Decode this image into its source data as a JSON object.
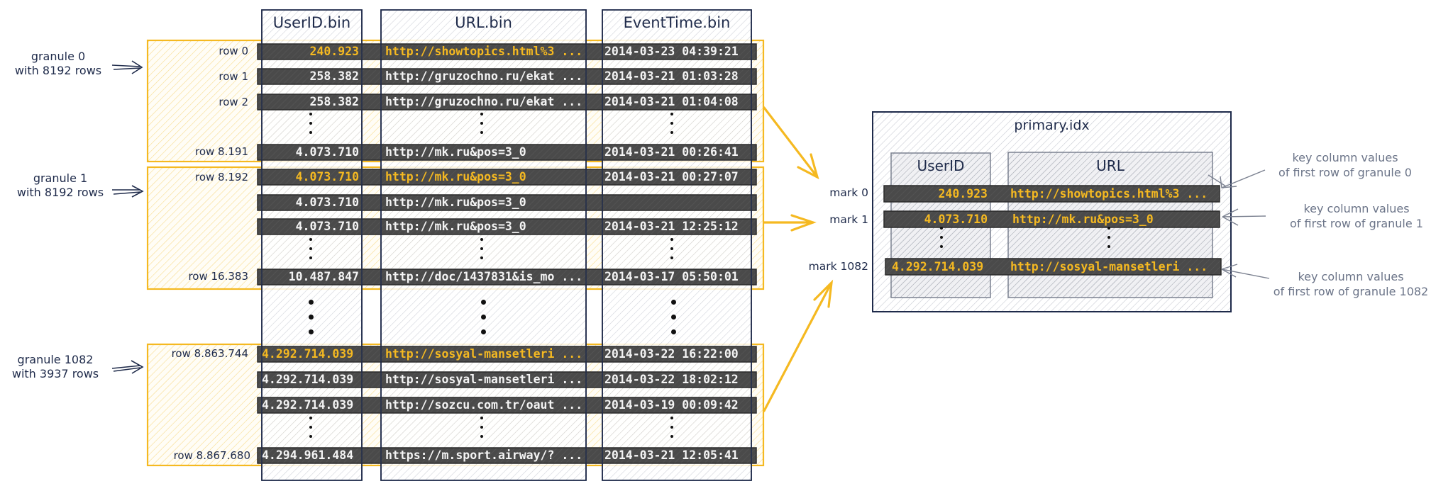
{
  "columns": {
    "userid": "UserID.bin",
    "url": "URL.bin",
    "eventtime": "EventTime.bin"
  },
  "granules": [
    {
      "label_line1": "granule 0",
      "label_line2": "with 8192 rows",
      "rows": [
        {
          "label": "row 0",
          "userid": "240.923",
          "url": "http://showtopics.html%3 ...",
          "eventtime": "2014-03-23 04:39:21",
          "is_key": true
        },
        {
          "label": "row 1",
          "userid": "258.382",
          "url": "http://gruzochno.ru/ekat ...",
          "eventtime": "2014-03-21 01:03:28",
          "is_key": false
        },
        {
          "label": "row 2",
          "userid": "258.382",
          "url": "http://gruzochno.ru/ekat ...",
          "eventtime": "2014-03-21 01:04:08",
          "is_key": false
        },
        {
          "label": "row 8.191",
          "userid": "4.073.710",
          "url": "http://mk.ru&pos=3_0",
          "eventtime": "2014-03-21 00:26:41",
          "is_key": false
        }
      ]
    },
    {
      "label_line1": "granule 1",
      "label_line2": "with 8192 rows",
      "rows": [
        {
          "label": "row 8.192",
          "userid": "4.073.710",
          "url": "http://mk.ru&pos=3_0",
          "eventtime": "2014-03-21 00:27:07",
          "is_key": true
        },
        {
          "label": "",
          "userid": "4.073.710",
          "url": "http://mk.ru&pos=3_0",
          "eventtime": "",
          "is_key": false
        },
        {
          "label": "",
          "userid": "4.073.710",
          "url": "http://mk.ru&pos=3_0",
          "eventtime": "2014-03-21 12:25:12",
          "is_key": false
        },
        {
          "label": "row 16.383",
          "userid": "10.487.847",
          "url": "http://doc/1437831&is_mo ...",
          "eventtime": "2014-03-17 05:50:01",
          "is_key": false
        }
      ]
    },
    {
      "label_line1": "granule 1082",
      "label_line2": "with 3937 rows",
      "rows": [
        {
          "label": "row 8.863.744",
          "userid": "4.292.714.039",
          "url": "http://sosyal-mansetleri ...",
          "eventtime": "2014-03-22 16:22:00",
          "is_key": true
        },
        {
          "label": "",
          "userid": "4.292.714.039",
          "url": "http://sosyal-mansetleri ...",
          "eventtime": "2014-03-22 18:02:12",
          "is_key": false
        },
        {
          "label": "",
          "userid": "4.292.714.039",
          "url": "http://sozcu.com.tr/oaut ...",
          "eventtime": "2014-03-19 00:09:42",
          "is_key": false
        },
        {
          "label": "row 8.867.680",
          "userid": "4.294.961.484",
          "url": "https://m.sport.airway/? ...",
          "eventtime": "2014-03-21 12:05:41",
          "is_key": false
        }
      ]
    }
  ],
  "primary_index": {
    "title": "primary.idx",
    "col_userid": "UserID",
    "col_url": "URL",
    "marks": [
      {
        "label": "mark 0",
        "userid": "240.923",
        "url": "http://showtopics.html%3 ...",
        "note_line1": "key column values",
        "note_line2": "of first row of granule 0"
      },
      {
        "label": "mark 1",
        "userid": "4.073.710",
        "url": "http://mk.ru&pos=3_0",
        "note_line1": "key column values",
        "note_line2": "of first row of granule 1"
      },
      {
        "label": "mark 1082",
        "userid": "4.292.714.039",
        "url": "http://sosyal-mansetleri ...",
        "note_line1": "key column values",
        "note_line2": "of first row of granule 1082"
      }
    ]
  },
  "colors": {
    "accent_yellow": "#f5b921",
    "ink": "#1e2a4a",
    "bar": "#4a4a4a",
    "note_gray": "#6b7488",
    "row_text": "#f4f4f4"
  }
}
